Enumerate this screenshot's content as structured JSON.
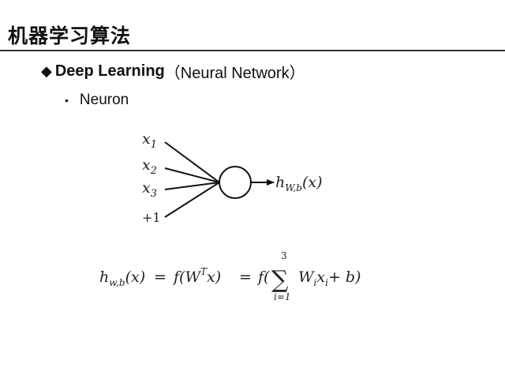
{
  "slide": {
    "title": "机器学习算法",
    "bullet_primary": {
      "icon": "diamond-bullet-icon",
      "strong": "Deep Learning",
      "rest": "（Neural Network）"
    },
    "bullet_secondary": {
      "icon": "dot-bullet-icon",
      "text": "Neuron"
    }
  },
  "diagram": {
    "inputs": [
      {
        "base": "x",
        "sub": "1"
      },
      {
        "base": "x",
        "sub": "2"
      },
      {
        "base": "x",
        "sub": "3"
      },
      {
        "base": "+1",
        "sub": ""
      }
    ],
    "output": {
      "base": "h",
      "sub": "W,b",
      "arg": "(x)"
    }
  },
  "formula": {
    "lhs_base": "h",
    "lhs_sub": "w,b",
    "lhs_arg": "(x)",
    "eq1": "=",
    "middle": "f(W",
    "middle_sup": "T",
    "middle_end": "x)",
    "eq2": "=",
    "rhs_open": "f(",
    "sum_symbol": "∑",
    "sum_upper": "3",
    "sum_lower": "i=1",
    "term_base1": "W",
    "term_sub1": "i",
    "term_base2": "x",
    "term_sub2": "i",
    "rhs_tail": "+ b)"
  }
}
